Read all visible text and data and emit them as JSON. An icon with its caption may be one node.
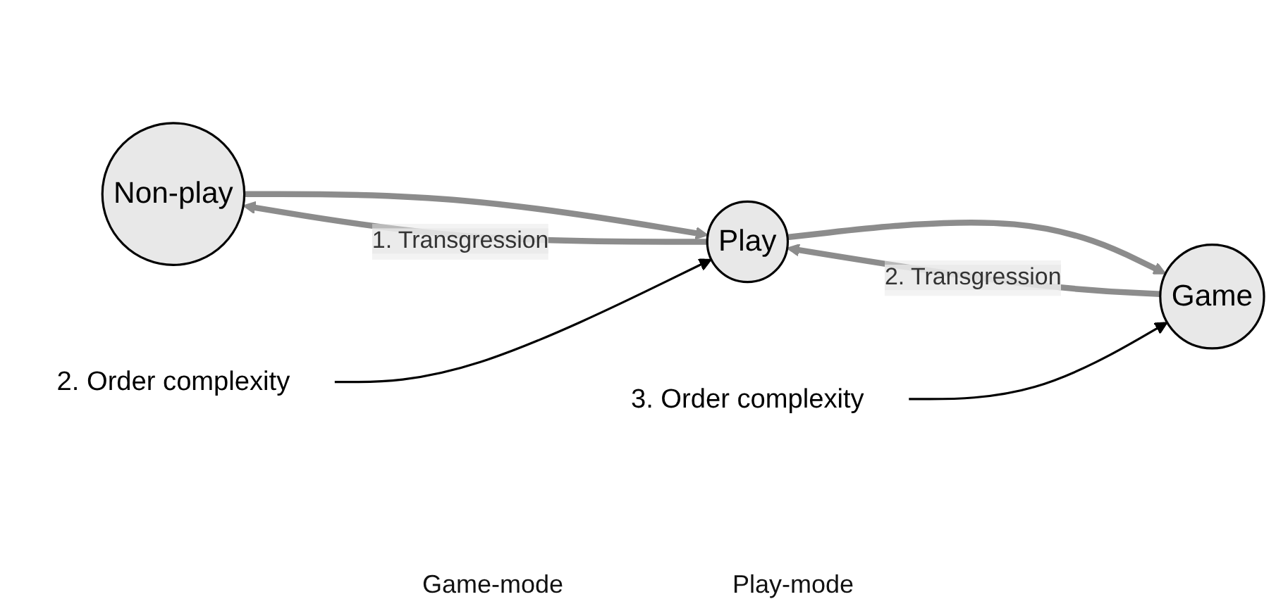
{
  "diagram": {
    "nodes": [
      {
        "text": [
          "Non-play"
        ]
      },
      {
        "text": [
          "Play"
        ]
      },
      {
        "text": [
          "Game"
        ]
      },
      {
        "text": [
          "2. Order complexity"
        ]
      },
      {
        "text": [
          "3. Order complexity"
        ]
      }
    ],
    "edges": [
      {
        "from": 1,
        "to": 0,
        "arrow": "to",
        "label": "1. Transgression"
      },
      {
        "from": 0,
        "to": 1,
        "arrow": "to"
      },
      {
        "from": 2,
        "to": 1,
        "arrow": "to",
        "label": "2. Transgression"
      },
      {
        "from": 1,
        "to": 2,
        "arrow": "to"
      },
      {
        "from": 3,
        "to": 1,
        "arrow": "to",
        "color": "#000000"
      },
      {
        "from": 4,
        "to": 2,
        "arrow": "to",
        "color": "#000000"
      }
    ],
    "labels": [
      "Game-mode",
      "Play-mode"
    ]
  }
}
